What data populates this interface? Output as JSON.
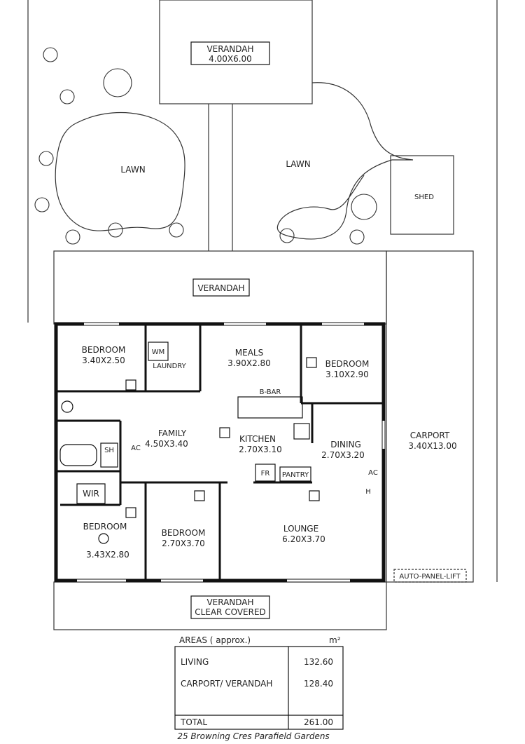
{
  "labels": {
    "verandah_top_name": "VERANDAH",
    "verandah_top_dims": "4.00X6.00",
    "lawn_left": "LAWN",
    "lawn_right": "LAWN",
    "shed": "SHED",
    "verandah_mid": "VERANDAH",
    "bedroom1_name": "BEDROOM",
    "bedroom1_dims": "3.40X2.50",
    "wm": "WM",
    "laundry": "LAUNDRY",
    "meals_name": "MEALS",
    "meals_dims": "3.90X2.80",
    "bedroom2_name": "BEDROOM",
    "bedroom2_dims": "3.10X2.90",
    "bbar": "B-BAR",
    "family_name": "FAMILY",
    "family_dims": "4.50X3.40",
    "kitchen_name": "KITCHEN",
    "kitchen_dims": "2.70X3.10",
    "dining_name": "DINING",
    "dining_dims": "2.70X3.20",
    "carport_name": "CARPORT",
    "carport_dims": "3.40X13.00",
    "sh": "SH",
    "ac_family": "AC",
    "fr": "FR",
    "pantry": "PANTRY",
    "ac_dining": "AC",
    "h": "H",
    "wir": "WIR",
    "bedroom3_name": "BEDROOM",
    "bedroom3_dims": "3.43X2.80",
    "bedroom4_name": "BEDROOM",
    "bedroom4_dims": "2.70X3.70",
    "lounge_name": "LOUNGE",
    "lounge_dims": "6.20X3.70",
    "auto_panel_lift": "AUTO-PANEL-LIFT",
    "verandah_bottom_line1": "VERANDAH",
    "verandah_bottom_line2": "CLEAR COVERED"
  },
  "areas": {
    "heading": "AREAS ( approx.)",
    "unit": "m²",
    "rows": [
      {
        "label": "LIVING",
        "value": "132.60"
      },
      {
        "label": "CARPORT/ VERANDAH",
        "value": "128.40"
      }
    ],
    "total_label": "TOTAL",
    "total_value": "261.00"
  },
  "address": "25 Browning Cres Parafield Gardens"
}
